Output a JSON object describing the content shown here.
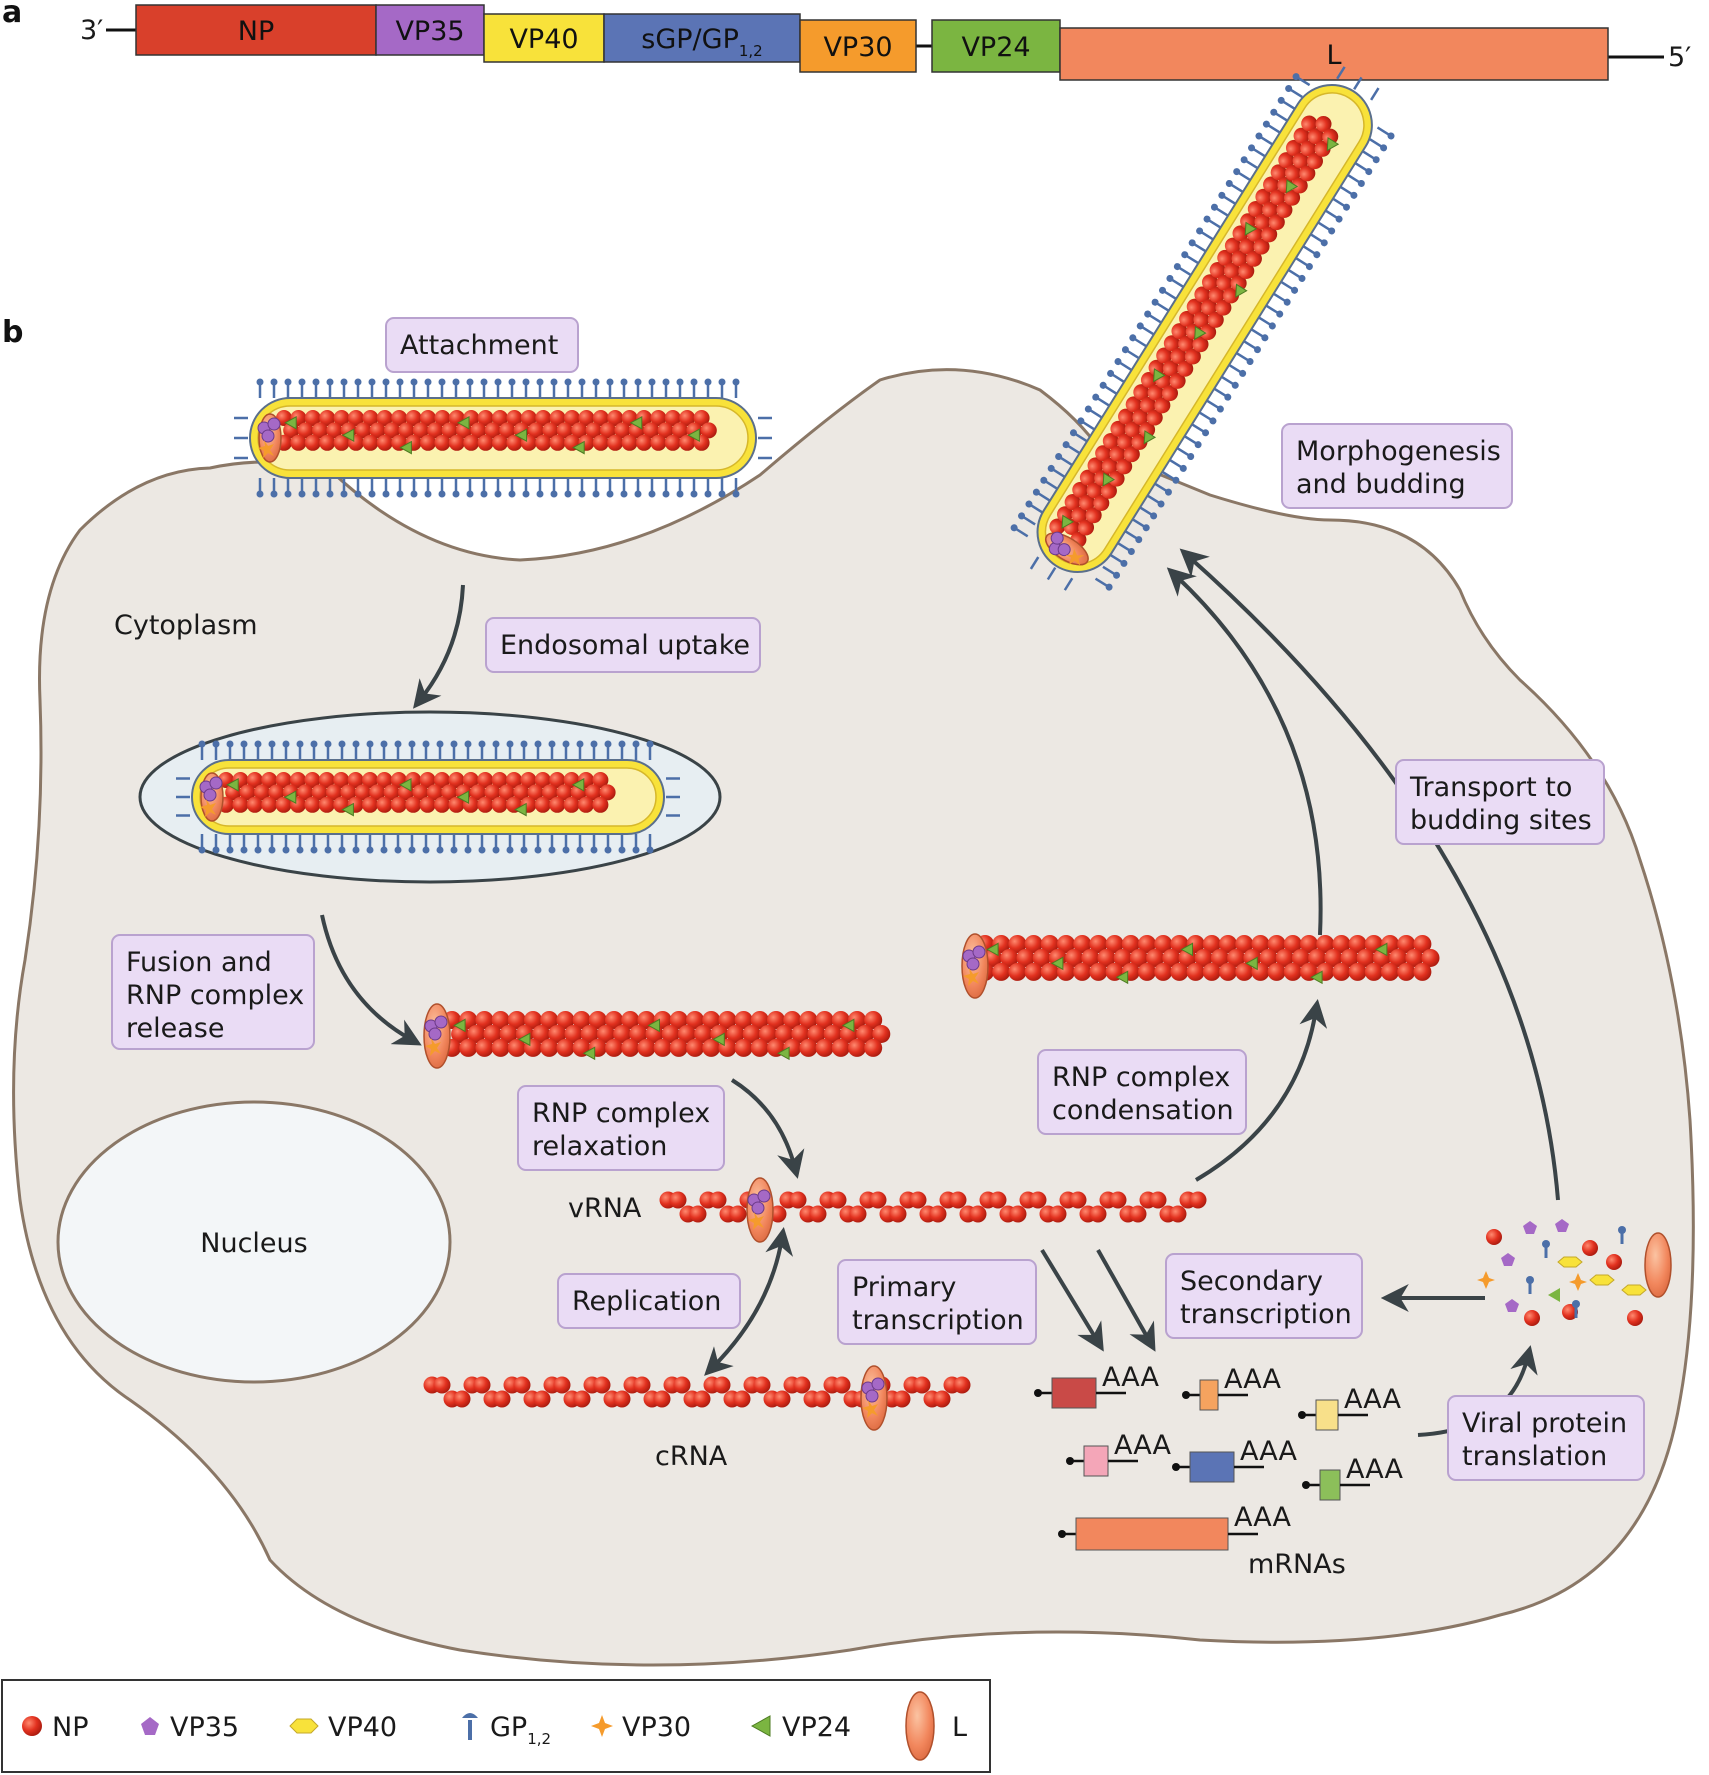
{
  "panels": {
    "a": "a",
    "b": "b"
  },
  "genome": {
    "left_end": "3′",
    "right_end": "5′",
    "segments": [
      {
        "label": "NP",
        "sub": "",
        "color": "#d9402b"
      },
      {
        "label": "VP35",
        "sub": "",
        "color": "#a569c6"
      },
      {
        "label": "VP40",
        "sub": "",
        "color": "#f8e23a"
      },
      {
        "label": "sGP/GP",
        "sub": "1,2",
        "color": "#5b74b5"
      },
      {
        "label": "VP30",
        "sub": "",
        "color": "#f59b2c"
      },
      {
        "label": "VP24",
        "sub": "",
        "color": "#7bb541"
      },
      {
        "label": "L",
        "sub": "",
        "color": "#f2875d"
      }
    ]
  },
  "steps": {
    "attachment": [
      "Attachment"
    ],
    "endosomal": [
      "Endosomal uptake"
    ],
    "fusion": [
      "Fusion and",
      "RNP complex",
      "release"
    ],
    "relaxation": [
      "RNP complex",
      "relaxation"
    ],
    "replication": [
      "Replication"
    ],
    "primary": [
      "Primary",
      "transcription"
    ],
    "secondary": [
      "Secondary",
      "transcription"
    ],
    "condensation": [
      "RNP complex",
      "condensation"
    ],
    "transport": [
      "Transport to",
      "budding sites"
    ],
    "translation": [
      "Viral protein",
      "translation"
    ],
    "morphogenesis": [
      "Morphogenesis",
      "and budding"
    ]
  },
  "labels": {
    "cytoplasm": "Cytoplasm",
    "nucleus": "Nucleus",
    "vrna": "vRNA",
    "crna": "cRNA",
    "mrnas": "mRNAs",
    "polya": "AAA"
  },
  "legend": [
    {
      "label": "NP",
      "sub": "",
      "icon": "np-icon",
      "color": "#d9402b"
    },
    {
      "label": "VP35",
      "sub": "",
      "icon": "vp35-icon",
      "color": "#a569c6"
    },
    {
      "label": "VP40",
      "sub": "",
      "icon": "vp40-icon",
      "color": "#f8e23a"
    },
    {
      "label": "GP",
      "sub": "1,2",
      "icon": "gp-icon",
      "color": "#5b74b5"
    },
    {
      "label": "VP30",
      "sub": "",
      "icon": "vp30-icon",
      "color": "#f59b2c"
    },
    {
      "label": "VP24",
      "sub": "",
      "icon": "vp24-icon",
      "color": "#7bb541"
    },
    {
      "label": "L",
      "sub": "",
      "icon": "l-icon",
      "color": "#f2875d"
    }
  ],
  "colors": {
    "cell_fill": "#ece8e3",
    "cell_stroke": "#8a7766",
    "label_box": "#eadcf5",
    "label_border": "#b9a2cf",
    "arrow": "#3a4347",
    "nucleus_fill": "#f3f6f8",
    "endosome_fill": "#e7eef2"
  }
}
